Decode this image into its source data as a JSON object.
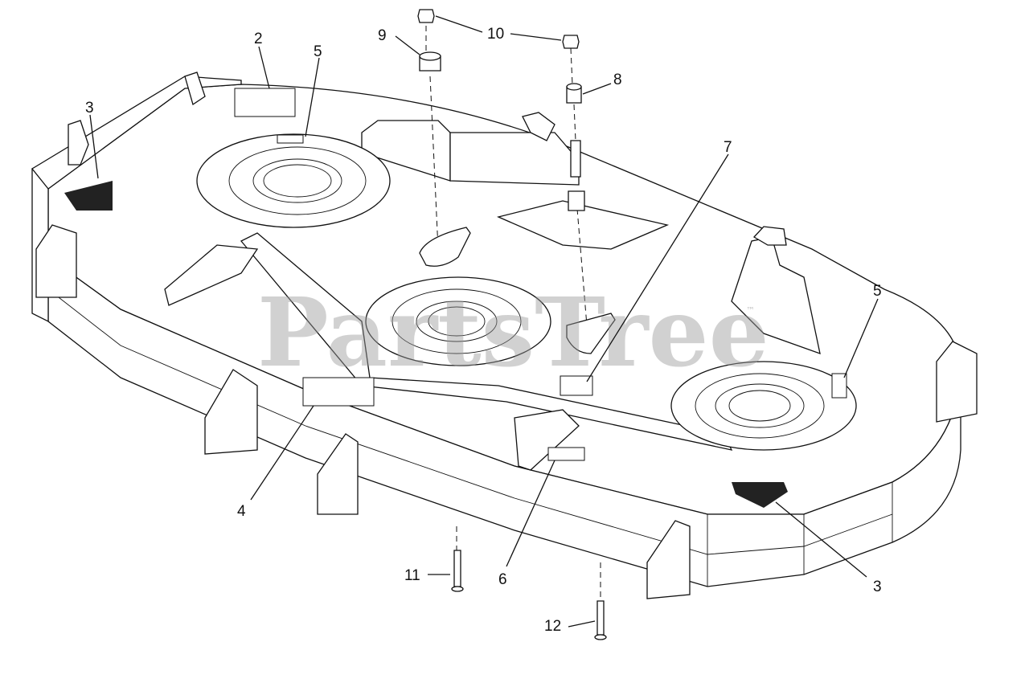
{
  "watermark": {
    "text": "PartsTree",
    "tm": "™"
  },
  "callouts": [
    {
      "id": "2",
      "text": "2"
    },
    {
      "id": "3a",
      "text": "3"
    },
    {
      "id": "3b",
      "text": "3"
    },
    {
      "id": "4",
      "text": "4"
    },
    {
      "id": "5a",
      "text": "5"
    },
    {
      "id": "5b",
      "text": "5"
    },
    {
      "id": "6",
      "text": "6"
    },
    {
      "id": "7",
      "text": "7"
    },
    {
      "id": "8",
      "text": "8"
    },
    {
      "id": "9",
      "text": "9"
    },
    {
      "id": "10",
      "text": "10"
    },
    {
      "id": "11",
      "text": "11"
    },
    {
      "id": "12",
      "text": "12"
    }
  ],
  "colors": {
    "line": "#111111",
    "background": "#ffffff",
    "watermark": "#9a9a9a"
  }
}
